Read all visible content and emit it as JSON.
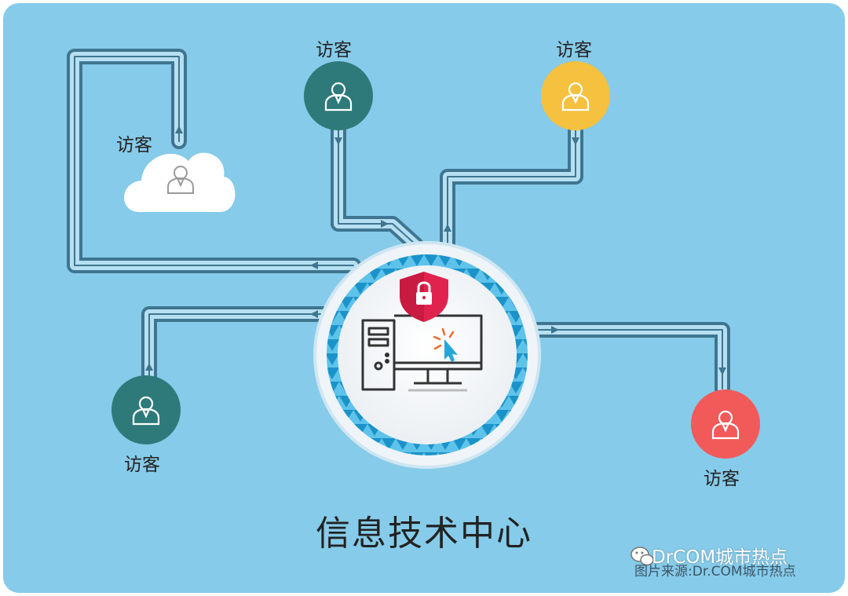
{
  "visitor_label": "访客",
  "nodes": {
    "top_left_cloud": {
      "label": "访客",
      "color": "#ffffff"
    },
    "top_middle": {
      "label": "访客",
      "color": "#2e7a7a"
    },
    "top_right": {
      "label": "访客",
      "color": "#f5c13e"
    },
    "bottom_left": {
      "label": "访客",
      "color": "#2e7a7a"
    },
    "bottom_right": {
      "label": "访客",
      "color": "#f25a5a"
    }
  },
  "center": {
    "title": "信息技术中心",
    "shield_color": "#e0234e",
    "ring_color": "#27a6d8"
  },
  "watermark": {
    "name": "DrCOM城市热点",
    "source": "图片来源:Dr.COM城市热点"
  },
  "colors": {
    "background": "#86cbe9",
    "pipe_outer": "#3f7590",
    "pipe_inner": "#b6e0f2"
  }
}
